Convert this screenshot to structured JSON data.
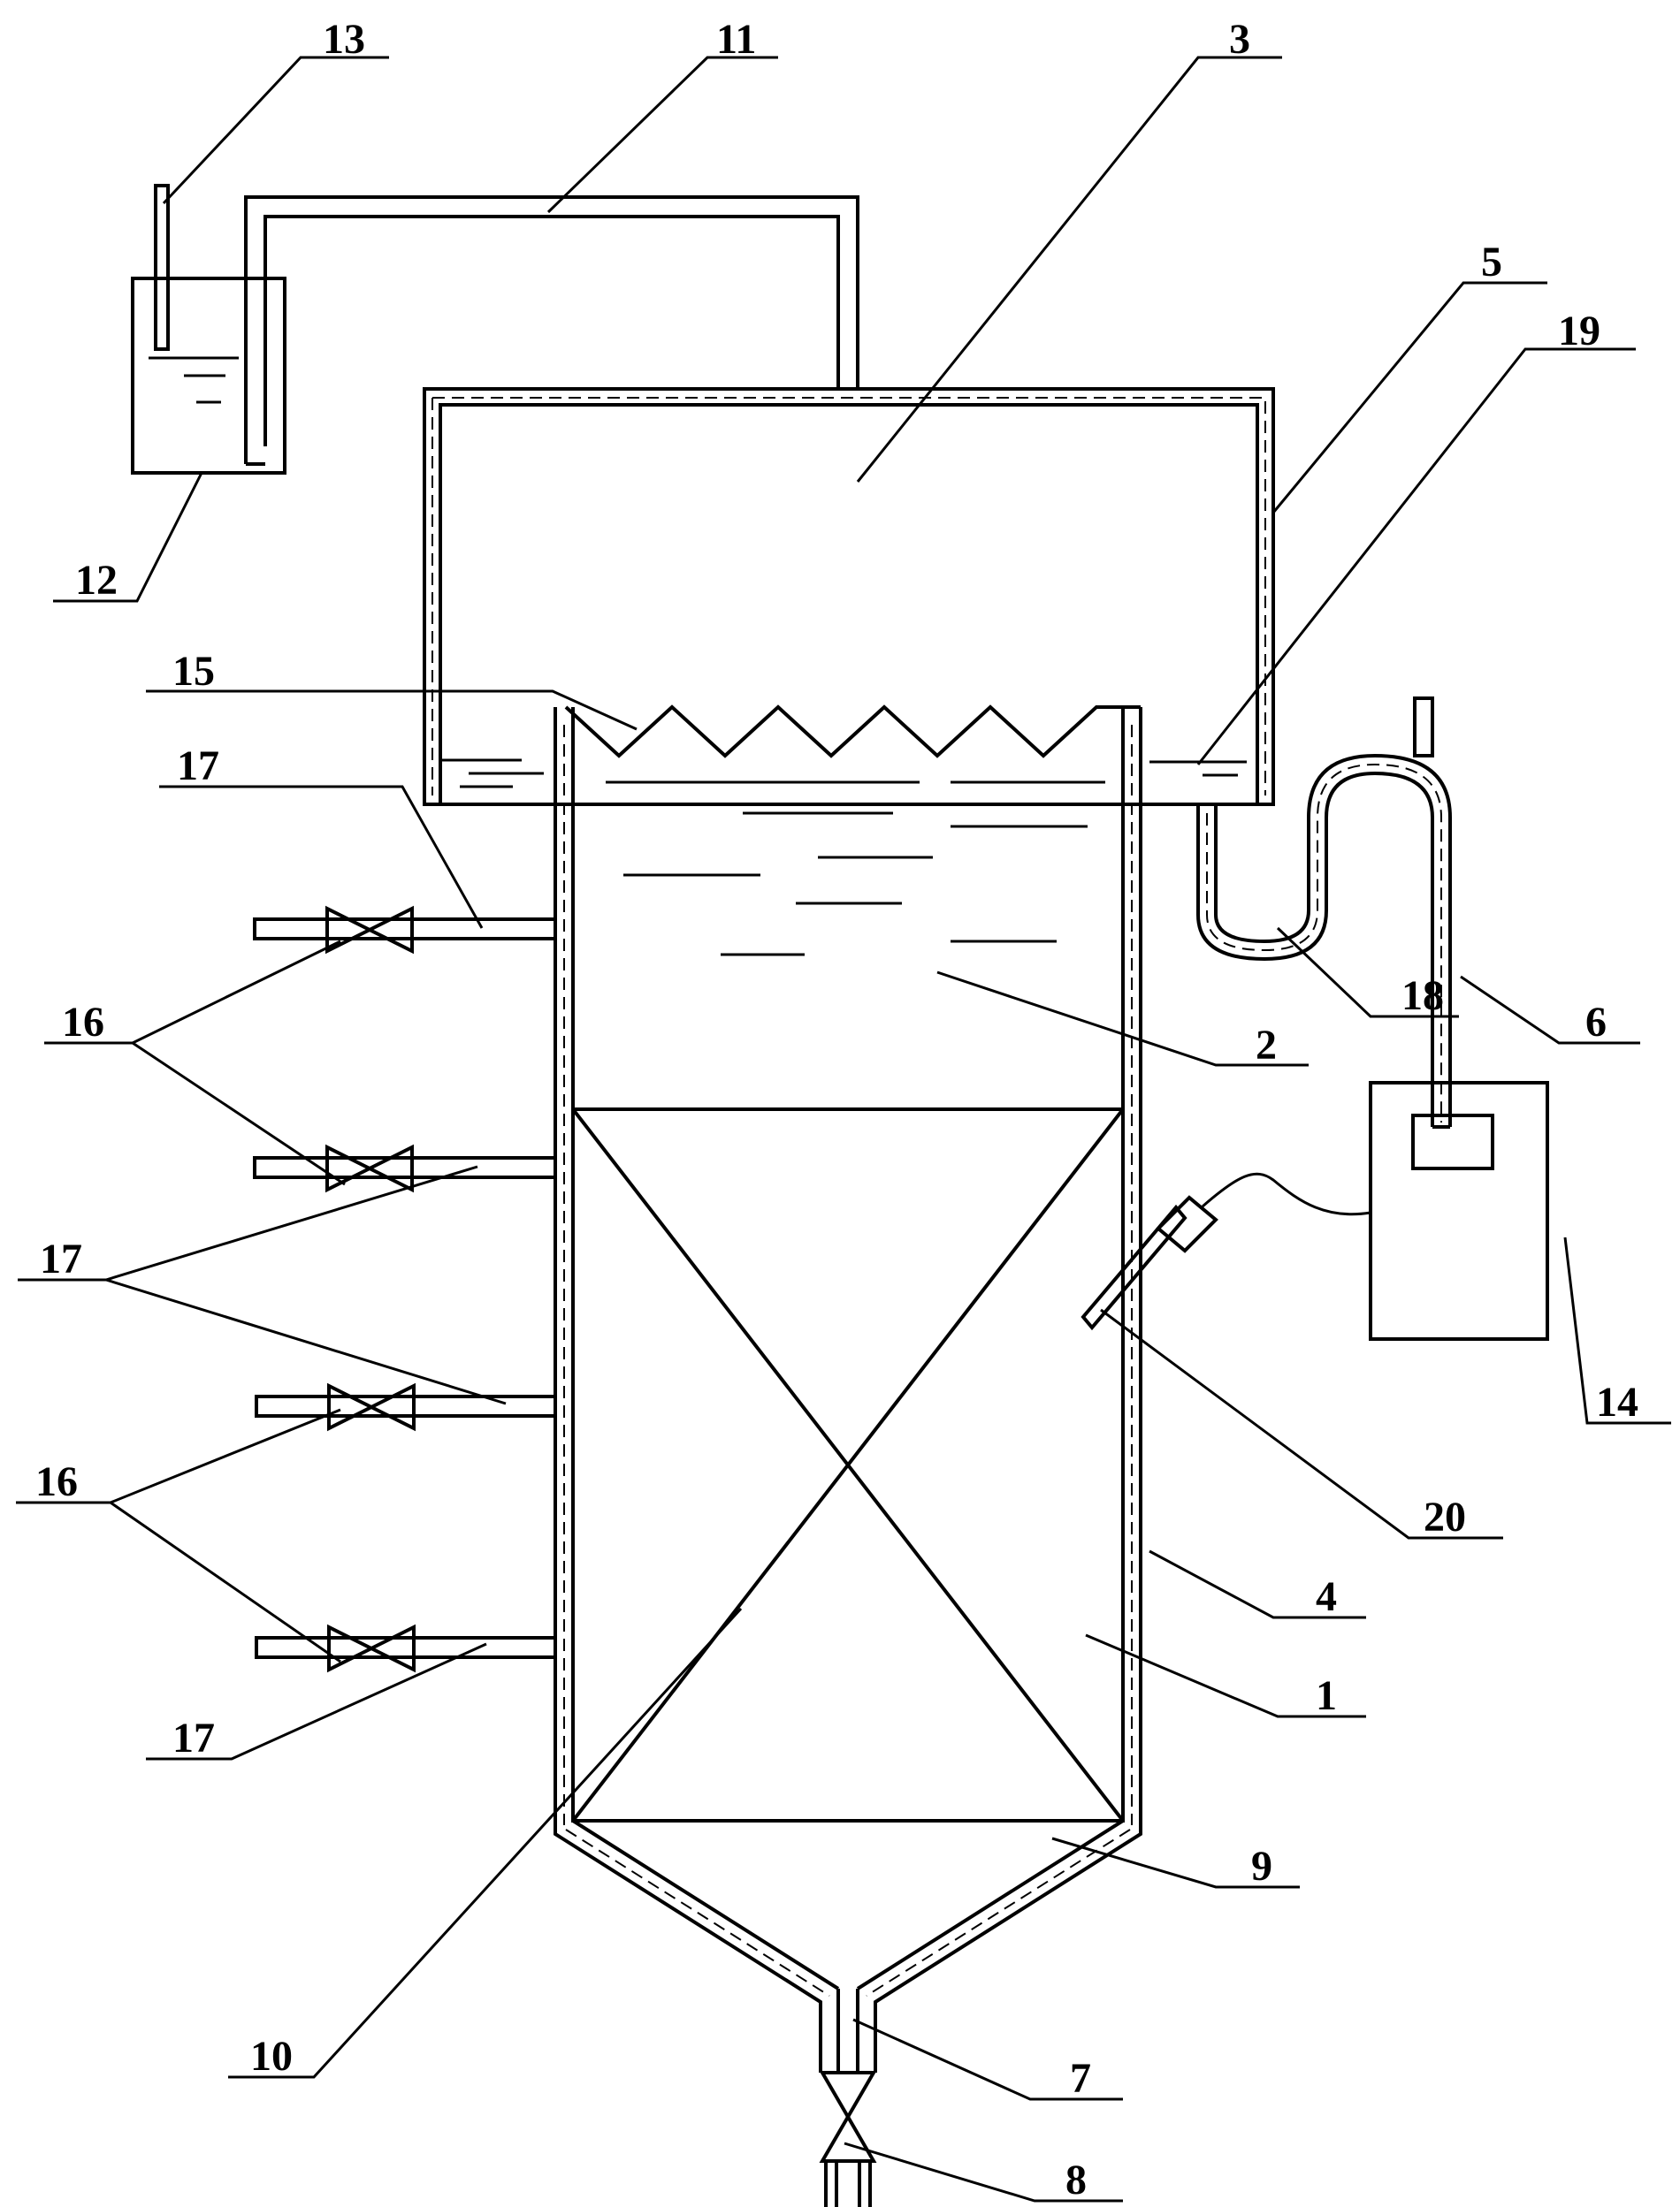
{
  "labels": {
    "l1": "1",
    "l2": "2",
    "l3": "3",
    "l4": "4",
    "l5": "5",
    "l6": "6",
    "l7": "7",
    "l8": "8",
    "l9": "9",
    "l10": "10",
    "l11": "11",
    "l12": "12",
    "l13": "13",
    "l14": "14",
    "l15": "15",
    "l16a": "16",
    "l16b": "16",
    "l17a": "17",
    "l17b": "17",
    "l17c": "17",
    "l18": "18",
    "l19": "19",
    "l20": "20"
  }
}
